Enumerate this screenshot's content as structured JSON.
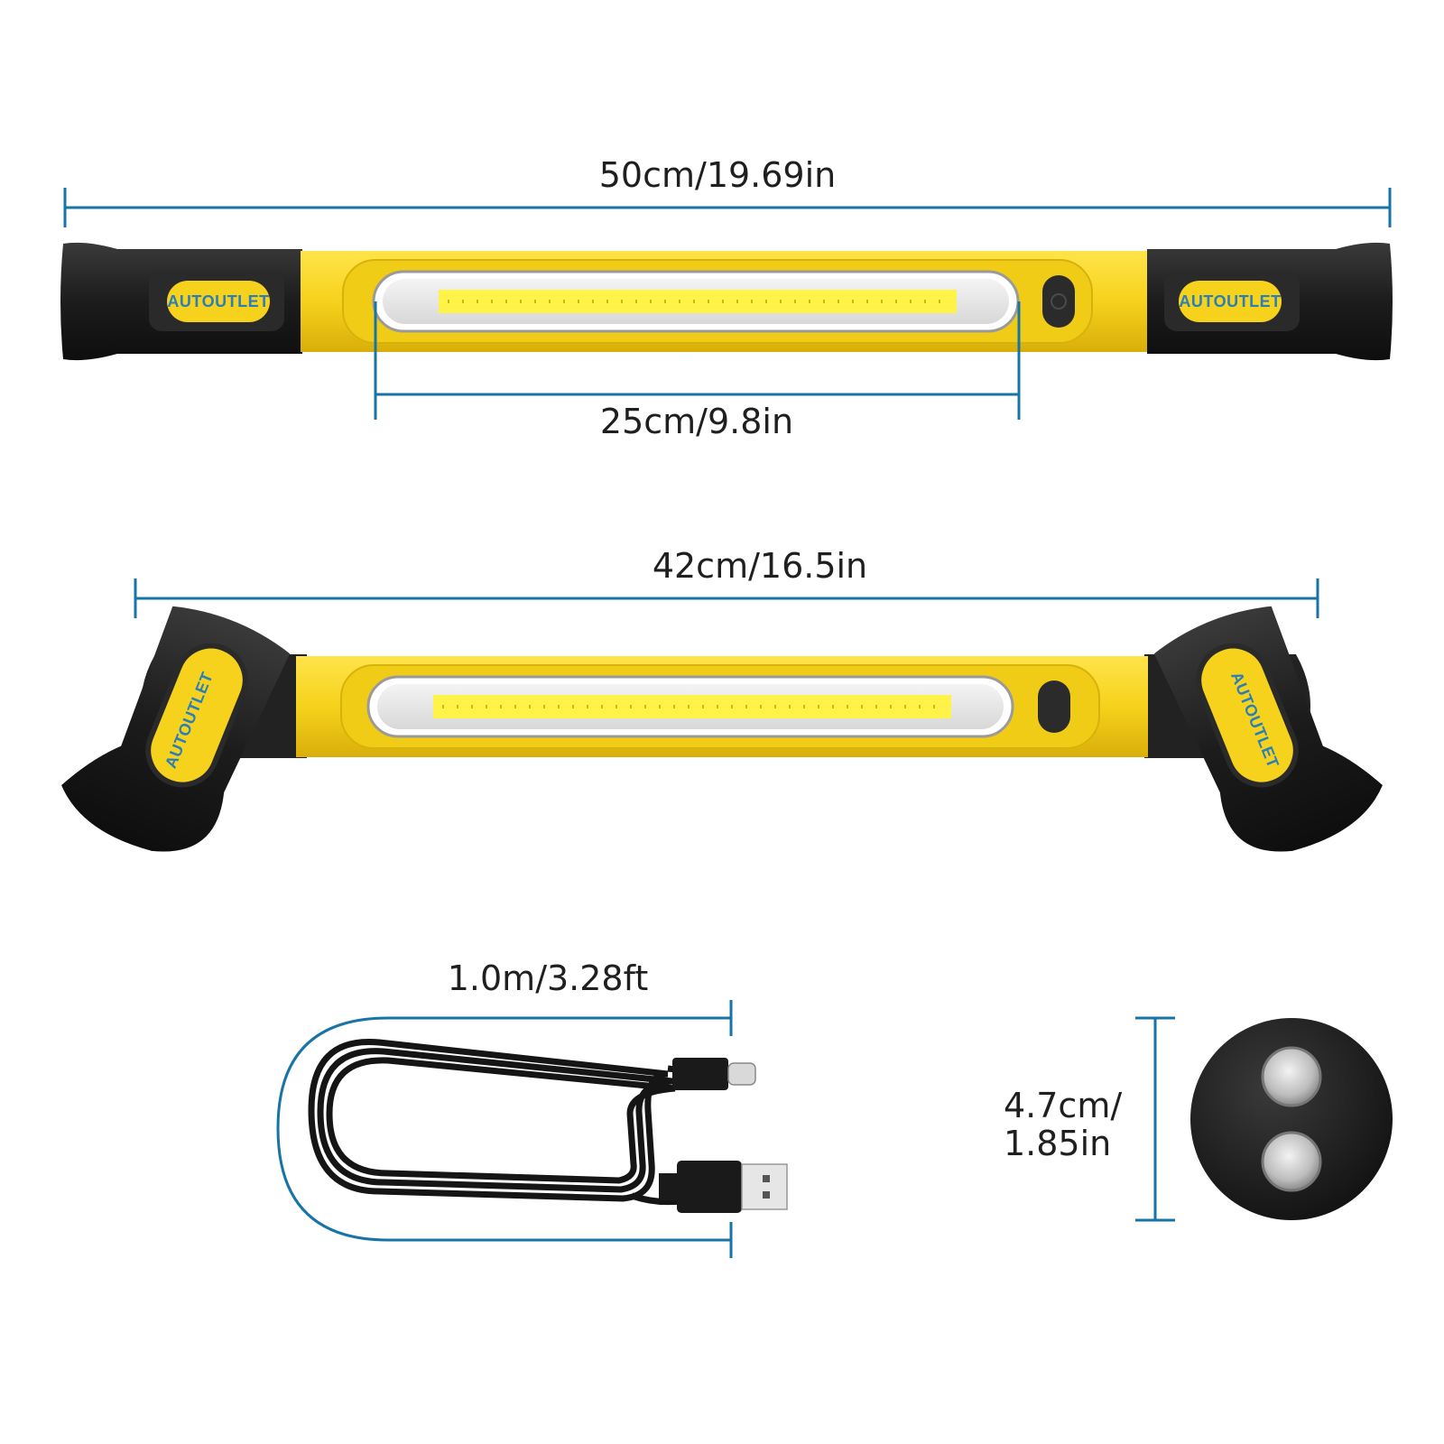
{
  "brand": {
    "logo_text": "AUTOUTLET"
  },
  "colors": {
    "dimension_line": "#1874a6",
    "body_yellow": "#f5d320",
    "body_yellow_shade": "#e3bb0f",
    "rubber_black": "#1c1c1c",
    "led_panel": "#fff34a"
  },
  "dimensions": {
    "full_length": "50cm/19.69in",
    "led_length": "25cm/9.8in",
    "folded_length": "42cm/16.5in",
    "cable_length": "1.0m/3.28ft",
    "magnet_base_line1": "4.7cm/",
    "magnet_base_line2": "1.85in"
  }
}
